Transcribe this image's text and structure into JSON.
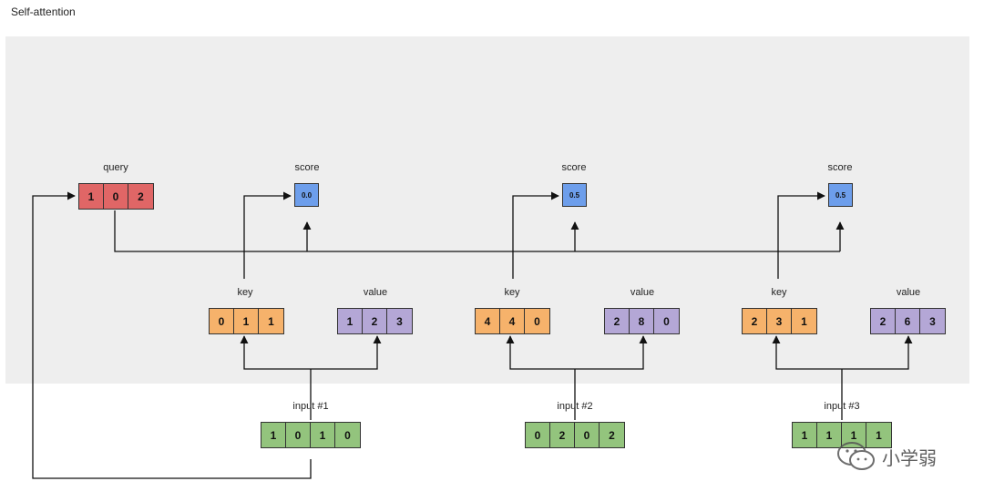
{
  "title": "Self-attention",
  "labels": {
    "query": "query",
    "score": "score",
    "key": "key",
    "value": "value",
    "input1": "input #1",
    "input2": "input #2",
    "input3": "input #3"
  },
  "query": [
    "1",
    "0",
    "2"
  ],
  "scores": [
    "0.0",
    "0.5",
    "0.5"
  ],
  "keys": [
    [
      "0",
      "1",
      "1"
    ],
    [
      "4",
      "4",
      "0"
    ],
    [
      "2",
      "3",
      "1"
    ]
  ],
  "values": [
    [
      "1",
      "2",
      "3"
    ],
    [
      "2",
      "8",
      "0"
    ],
    [
      "2",
      "6",
      "3"
    ]
  ],
  "inputs": [
    [
      "1",
      "0",
      "1",
      "0"
    ],
    [
      "0",
      "2",
      "0",
      "2"
    ],
    [
      "1",
      "1",
      "1",
      "1"
    ]
  ],
  "watermark": "小学弱",
  "colors": {
    "query": "#e06666",
    "key": "#f6b26b",
    "value": "#b4a7d6",
    "input": "#93c47d",
    "score": "#6d9eeb",
    "panel": "#eeeeee"
  }
}
